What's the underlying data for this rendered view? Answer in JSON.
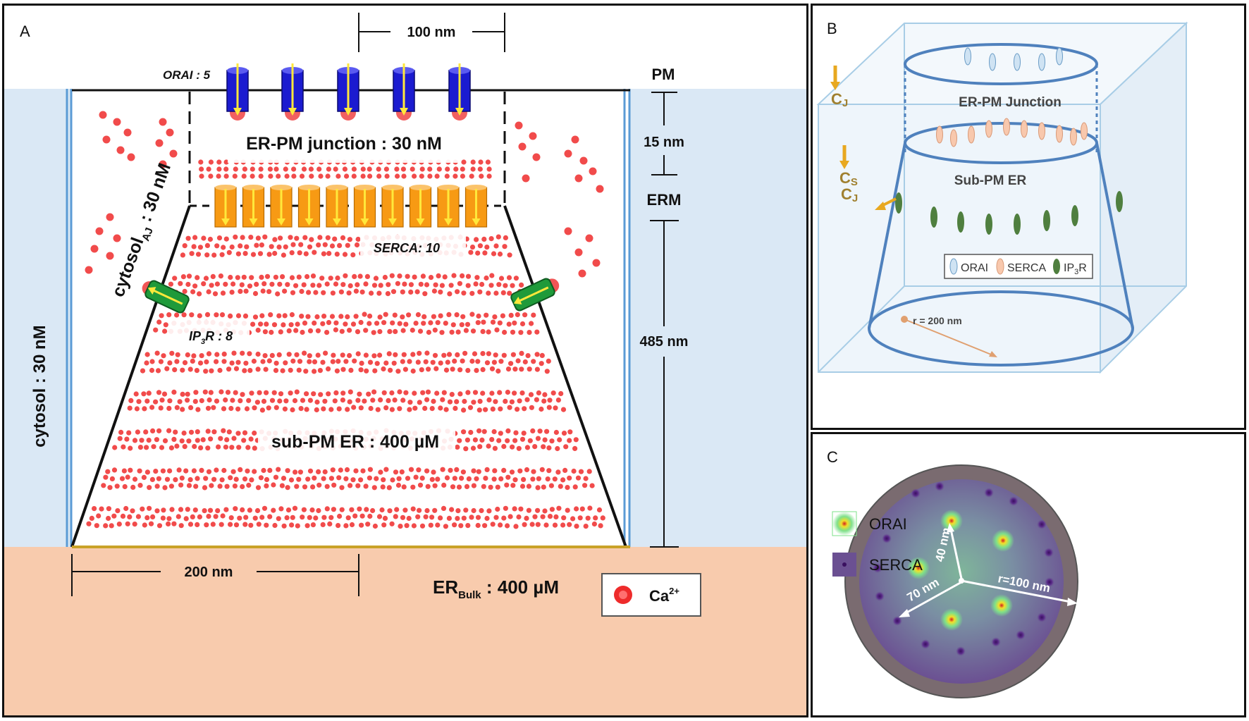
{
  "panelA": {
    "letter": "A",
    "scale_top": "100 nm",
    "orai_label": "ORAI : 5",
    "pm_label": "PM",
    "junction_label": "ER-PM junction : 30 nM",
    "dim_15": "15 nm",
    "erm_label": "ERM",
    "dim_485": "485 nm",
    "cytosol_aj_main": "cytosol",
    "cytosol_aj_sub": "AJ",
    "cytosol_aj_value": " : 30 nM",
    "cytosol_label": "cytosol : 30 nM",
    "serca_label": "SERCA: 10",
    "ip3r_pre": "IP",
    "ip3r_sub": "3",
    "ip3r_post": "R : 8",
    "subpm_label": "sub-PM ER : 400 µM",
    "scale_bottom": "200 nm",
    "erbulk_main": "ER",
    "erbulk_sub": "Bulk",
    "erbulk_value": " : 400 µM",
    "legend_ca": "Ca",
    "legend_ca_sup": "2+",
    "colors": {
      "cytosol_bg": "#dae8f5",
      "er_bulk_bg": "#f8cbad",
      "orai": "#1b1bd0",
      "serca": "#f79a14",
      "ip3r": "#1f9a3a",
      "arrow": "#ffe83b",
      "calcium": "#ee2b2b"
    }
  },
  "panelB": {
    "letter": "B",
    "cj_top_main": "C",
    "cj_top_sub": "J",
    "junction_label": "ER-PM Junction",
    "cs_main": "C",
    "cs_sub": "S",
    "subpm_label": "Sub-PM ER",
    "cj_side_main": "C",
    "cj_side_sub": "J",
    "legend_orai": "ORAI",
    "legend_serca": "SERCA",
    "legend_ip3r_pre": "IP",
    "legend_ip3r_sub": "3",
    "legend_ip3r_post": "R",
    "radius_label": "r = 200 nm",
    "colors": {
      "box": "#a8cde6",
      "cone": "#4f81bd",
      "orai": "#cfe3f3",
      "serca": "#f8c8ad",
      "ip3r": "#4f7f3f",
      "arrow": "#e8a820",
      "radius": "#e0a070"
    }
  },
  "panelC": {
    "letter": "C",
    "legend_orai": "ORAI",
    "legend_serca": "SERCA",
    "dim_40": "40 nm",
    "dim_70": "70 nm",
    "dim_r100": "r=100 nm",
    "colors": {
      "outer_ring": "#7a6b70",
      "disk": "#6f5a90",
      "orai_glow": "#7ee08a",
      "serca_dot": "#5a2a8a"
    }
  }
}
